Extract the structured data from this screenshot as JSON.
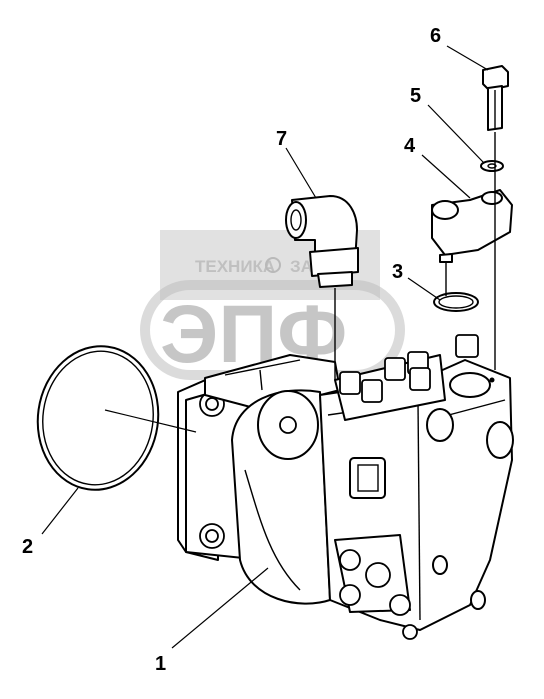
{
  "watermark": {
    "brand_top": "ТЕХНИКА",
    "brand_top_right": "ЗАП",
    "logo": "ЭПФ"
  },
  "callouts": [
    {
      "id": "1",
      "label": "1"
    },
    {
      "id": "2",
      "label": "2"
    },
    {
      "id": "3",
      "label": "3"
    },
    {
      "id": "4",
      "label": "4"
    },
    {
      "id": "5",
      "label": "5"
    },
    {
      "id": "6",
      "label": "6"
    },
    {
      "id": "7",
      "label": "7"
    }
  ]
}
